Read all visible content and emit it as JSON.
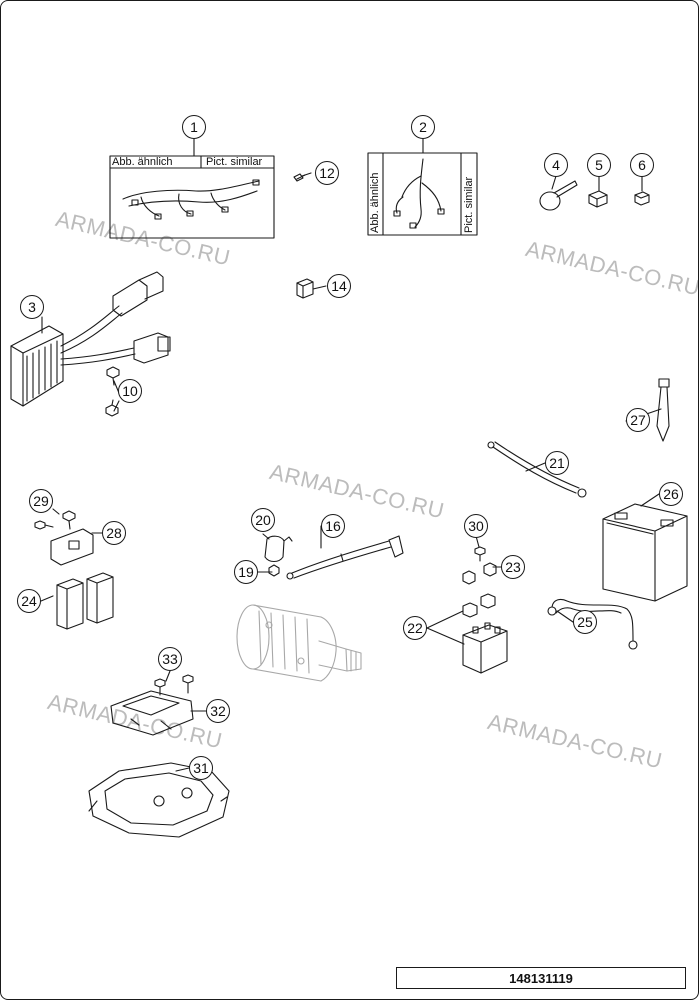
{
  "watermark": "ARMADA-CO.RU",
  "labels": {
    "abb": "Abb. ähnlich",
    "pict": "Pict. similar"
  },
  "callouts": [
    "1",
    "2",
    "3",
    "4",
    "5",
    "6",
    "10",
    "12",
    "14",
    "16",
    "19",
    "20",
    "21",
    "22",
    "23",
    "24",
    "25",
    "26",
    "27",
    "28",
    "29",
    "30",
    "31",
    "32",
    "33"
  ],
  "document_number": "148131119",
  "colors": {
    "line": "#1a1a1a",
    "watermark": "#bcbcbc",
    "fill": "#ffffff"
  }
}
